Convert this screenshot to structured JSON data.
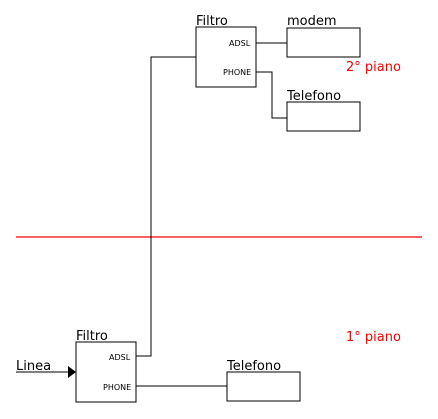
{
  "upper": {
    "filter_title": "Filtro",
    "port_adsl": "ADSL",
    "port_phone": "PHONE",
    "modem_label": "modem",
    "phone_label": "Telefono",
    "floor_label": "2° piano"
  },
  "lower": {
    "line_label": "Linea",
    "filter_title": "Filtro",
    "port_adsl": "ADSL",
    "port_phone": "PHONE",
    "phone_label": "Telefono",
    "floor_label": "1° piano"
  },
  "colors": {
    "divider": "#ff0000",
    "floor_text": "#ff0000",
    "stroke": "#000000"
  }
}
